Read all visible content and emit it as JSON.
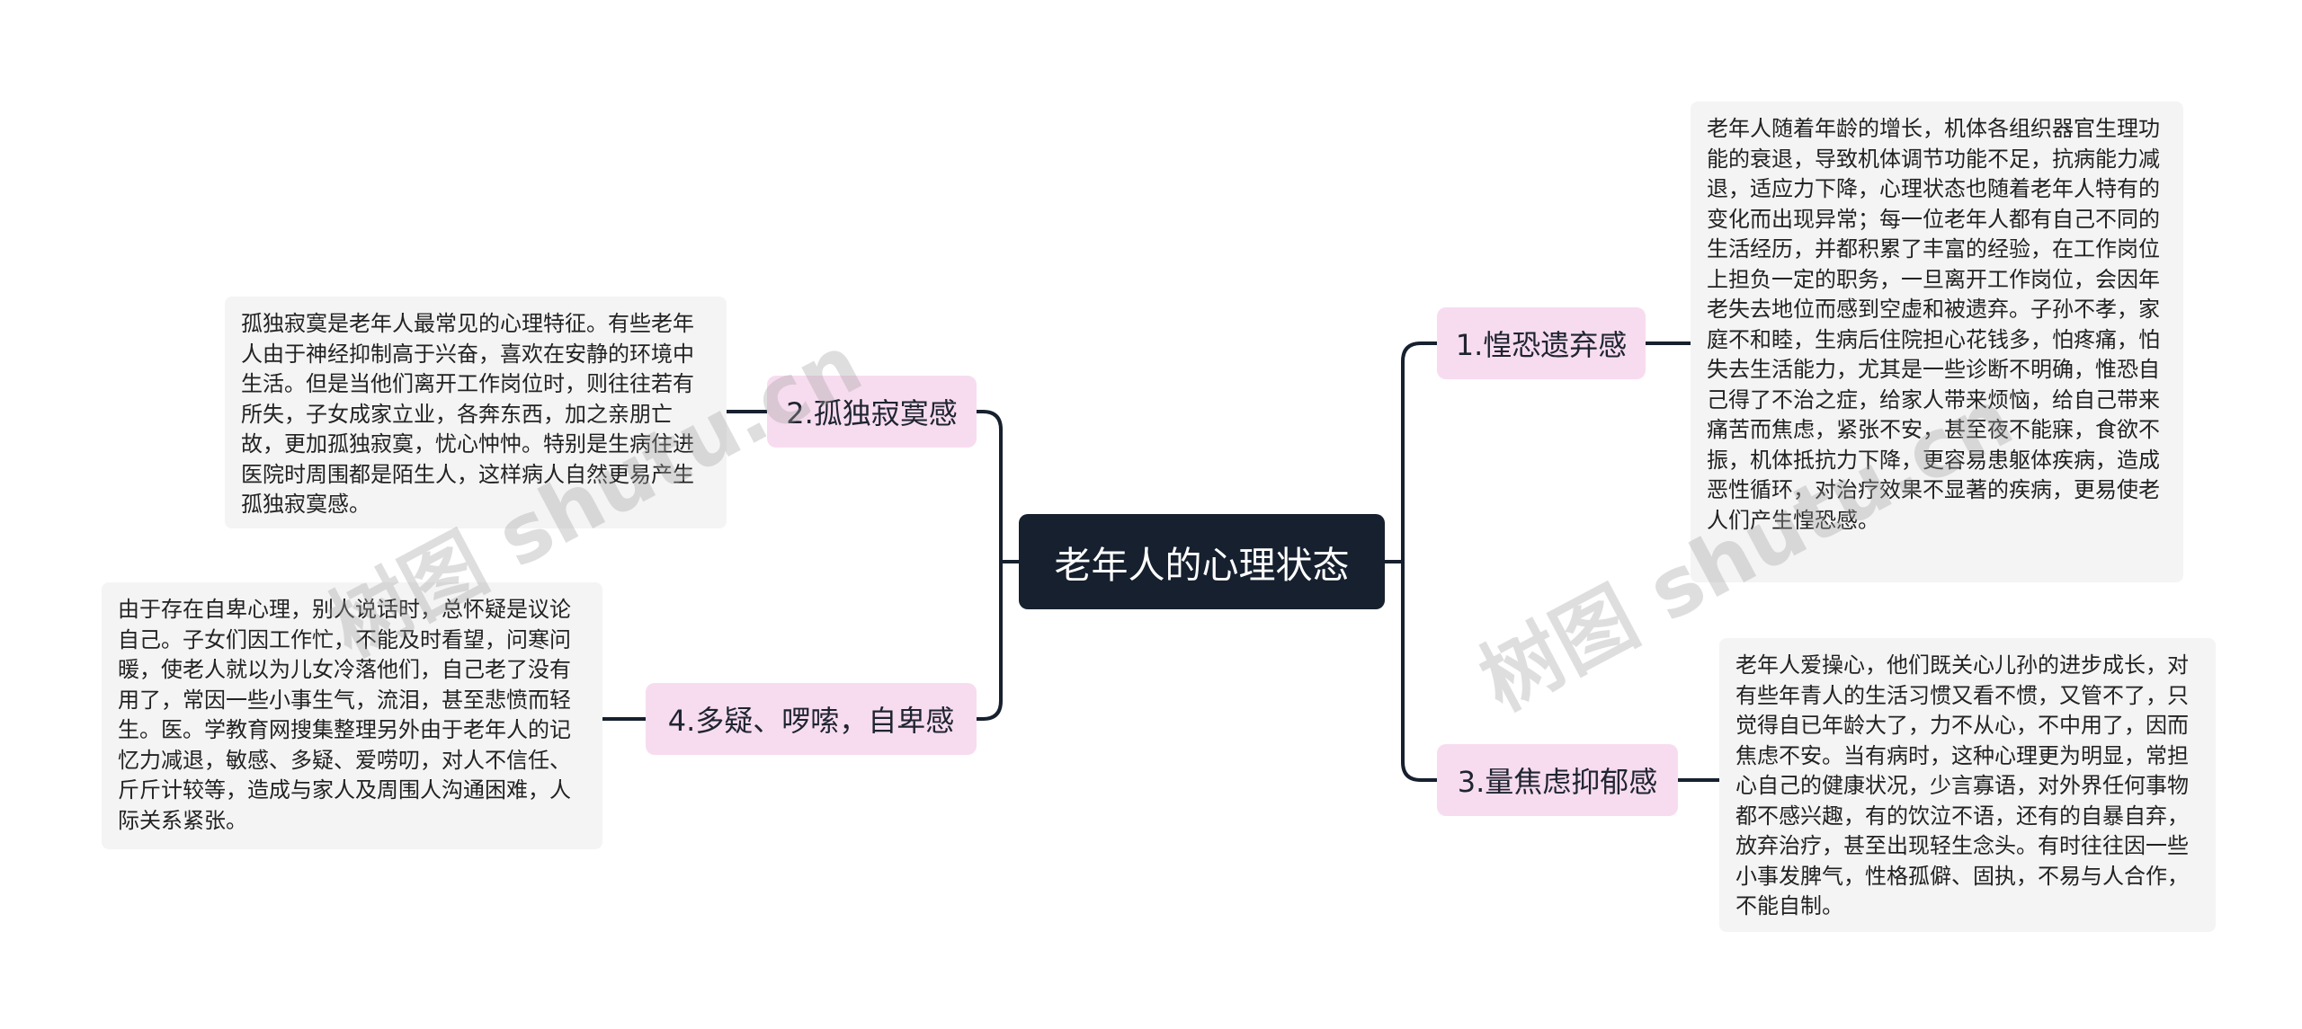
{
  "root": {
    "title": "老年人的心理状态"
  },
  "branches": [
    {
      "label": "1.惶恐遗弃感",
      "note": "老年人随着年龄的增长，机体各组织器官生理功能的衰退，导致机体调节功能不足，抗病能力减退，适应力下降，心理状态也随着老年人特有的变化而出现异常；每一位老年人都有自己不同的生活经历，并都积累了丰富的经验，在工作岗位上担负一定的职务，一旦离开工作岗位，会因年老失去地位而感到空虚和被遗弃。子孙不孝，家庭不和睦，生病后住院担心花钱多，怕疼痛，怕失去生活能力，尤其是一些诊断不明确，惟恐自己得了不治之症，给家人带来烦恼，给自己带来痛苦而焦虑，紧张不安，甚至夜不能寐，食欲不振，机体抵抗力下降，更容易患躯体疾病，造成恶性循环，对治疗效果不显著的疾病，更易使老人们产生惶恐感。"
    },
    {
      "label": "2.孤独寂寞感",
      "note": "孤独寂寞是老年人最常见的心理特征。有些老年人由于神经抑制高于兴奋，喜欢在安静的环境中生活。但是当他们离开工作岗位时，则往往若有所失，子女成家立业，各奔东西，加之亲朋亡故，更加孤独寂寞，忧心忡忡。特别是生病住进医院时周围都是陌生人，这样病人自然更易产生孤独寂寞感。"
    },
    {
      "label": "3.量焦虑抑郁感",
      "note": "老年人爱操心，他们既关心儿孙的进步成长，对有些年青人的生活习惯又看不惯，又管不了，只觉得自已年龄大了，力不从心，不中用了，因而焦虑不安。当有病时，这种心理更为明显，常担心自己的健康状况，少言寡语，对外界任何事物都不感兴趣，有的饮泣不语，还有的自暴自弃，放弃治疗，甚至出现轻生念头。有时往往因一些小事发脾气，性格孤僻、固执，不易与人合作，不能自制。"
    },
    {
      "label": "4.多疑、啰嗦，自卑感",
      "note": "由于存在自卑心理，别人说话时，总怀疑是议论自己。子女们因工作忙，不能及时看望，问寒问暖，使老人就以为儿女冷落他们，自己老了没有用了，常因一些小事生气，流泪，甚至悲愤而轻生。医。学教育网搜集整理另外由于老年人的记忆力减退，敏感、多疑、爱唠叨，对人不信任、斤斤计较等，造成与家人及周围人沟通困难，人际关系紧张。"
    }
  ],
  "watermark": {
    "text": "树图 shutu.cn"
  },
  "colors": {
    "root_bg": "#16202e",
    "branch_bg": "#f7dcef",
    "note_bg": "#f4f4f4",
    "line": "#16202e"
  }
}
